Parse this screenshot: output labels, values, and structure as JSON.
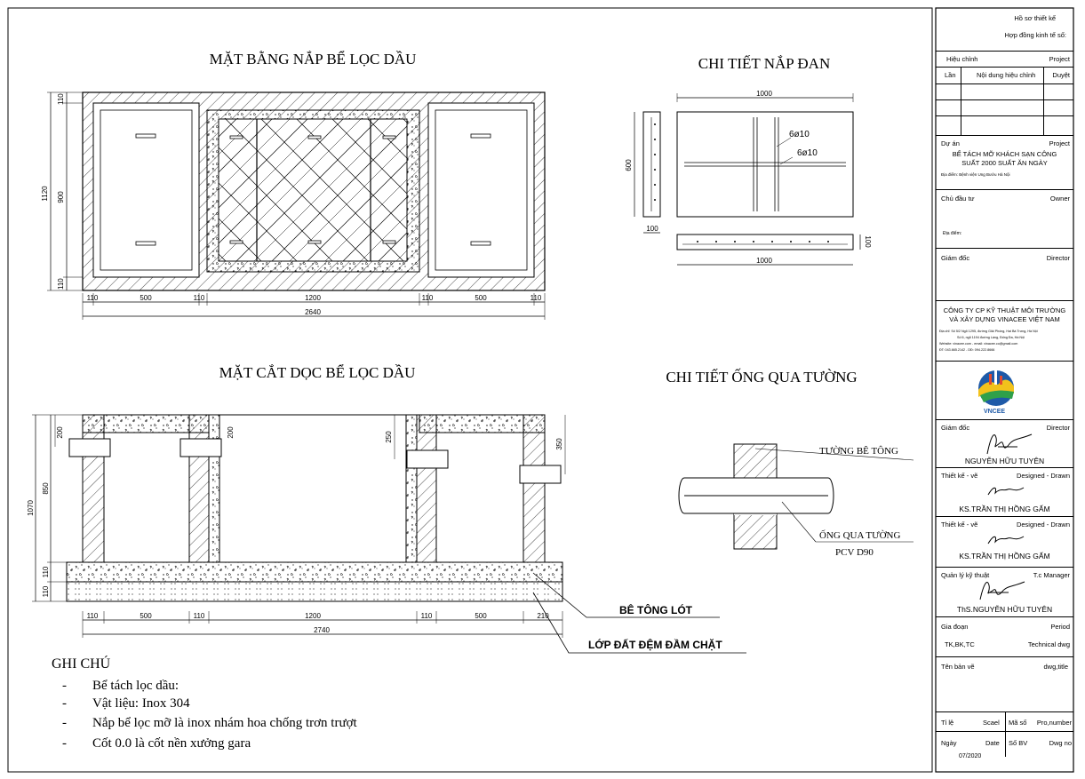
{
  "drawings": {
    "plan": {
      "title": "MẶT BẰNG NẮP BỂ LỌC DẦU",
      "dims_left": [
        "110",
        "900",
        "110"
      ],
      "dim_total_left": "1120",
      "dims_bottom": [
        "110",
        "500",
        "110",
        "1200",
        "110",
        "500",
        "110"
      ],
      "dim_total_bottom": "2640"
    },
    "slab": {
      "title": "CHI TIẾT NẮP ĐAN",
      "dim_top": "1000",
      "dim_bottom": "1000",
      "dim_height": "600",
      "dim_thickness_left": "100",
      "dim_thickness_right": "100",
      "rebar_1": "6ø10",
      "rebar_2": "6ø10"
    },
    "section": {
      "title": "MẶT CẮT DỌC BỂ LỌC DẦU",
      "dims_left": [
        "850",
        "110",
        "110"
      ],
      "dim_total_left": "1070",
      "dim_wall_1": "200",
      "dim_wall_2": "200",
      "dim_wall_3": "250",
      "dim_wall_4": "350",
      "dims_bottom": [
        "110",
        "500",
        "110",
        "1200",
        "110",
        "500",
        "210"
      ],
      "dim_total_bottom": "2740",
      "label_lean_concrete": "BÊ TÔNG LÓT",
      "label_compacted_soil": "LỚP ĐẤT ĐỆM ĐẦM CHẶT"
    },
    "pipe": {
      "title": "CHI TIẾT ỐNG QUA TƯỜNG",
      "label_wall": "TƯỜNG BÊ TÔNG",
      "label_pipe": "ỐNG QUA TƯỜNG",
      "label_pvc": "PCV D90"
    }
  },
  "notes": {
    "heading": "GHI CHÚ",
    "items": [
      "Bể tách lọc dầu:",
      "Vật liệu: Inox 304",
      "Nắp bể lọc mỡ là inox nhám hoa chống trơn trượt",
      "Cốt 0.0 là cốt nền xưởng gara"
    ]
  },
  "title_block": {
    "ho_so": "Hồ sơ thiết kế",
    "hop_dong": "Hợp đồng kinh tế số:",
    "hieu_chinh": "Hiệu chỉnh",
    "project": "Project",
    "lan": "Lần",
    "noi_dung": "Nội dung hiệu chỉnh",
    "duyet": "Duyệt",
    "du_an": "Dự án",
    "project2": "Project",
    "project_name_1": "BỂ TÁCH MỠ KHÁCH SẠN CÔNG",
    "project_name_2": "SUẤT 2000 SUẤT ĂN NGÀY",
    "location": "Địa điểm:  Bệnh viện Ung Bướu Hà Nội",
    "chu_dau_tu": "Chủ đầu tư",
    "owner": "Owner",
    "dia_diem": "Địa điểm:",
    "giam_doc": "Giám đốc",
    "director": "Director",
    "company_1": "CÔNG TY  CP KỸ THUẬT MÔI TRƯỜNG",
    "company_2": "VÀ XÂY DỰNG VINACEE VIỆT NAM",
    "addr_1": "Địa chỉ:  Số 5/2 Ngõ 1295, đường Giải Phóng, Hai Bà Trưng, Hà Nội",
    "addr_2": "Số 6, ngõ 1194 đường Láng, Đống Đa, Hà Nội",
    "addr_3": "Website: vinacee.com - email: vinacee.co@gmail.com",
    "addr_4": "ĐT: 043.665.2142 - DĐ: 094.222.8666",
    "logo_text": "VNCEE",
    "giam_doc_2": "Giám đốc",
    "director_2": "Director",
    "sign_director": "NGUYỄN HỮU TUYÊN",
    "thiet_ke_1": "Thiết kế - vẽ",
    "drawn_1": "Designed - Drawn",
    "sign_designer_1": "KS.TRẦN THỊ HỒNG GẤM",
    "thiet_ke_2": "Thiết kế - vẽ",
    "drawn_2": "Designed - Drawn",
    "sign_designer_2": "KS.TRẦN THỊ HỒNG GẤM",
    "quan_ly": "Quản lý kỹ thuật",
    "tc_manager": "T.c Manager",
    "sign_manager": "ThS.NGUYỄN HỮU TUYÊN",
    "giai_doan": "Gia đoạn",
    "period": "Period",
    "phase": "TK,BK,TC",
    "technical": "Technical dwg",
    "ten_ban_ve": "Tên bản vẽ",
    "dwg_title": "dwg,title",
    "ti_le": "Tỉ lệ",
    "scale": "Scael",
    "ma_so": "Mã số",
    "pro_number": "Pro,number",
    "ngay": "Ngày",
    "date": "Date",
    "so_bv": "Số BV",
    "dwg_no": "Dwg no",
    "date_value": "07/2020"
  }
}
